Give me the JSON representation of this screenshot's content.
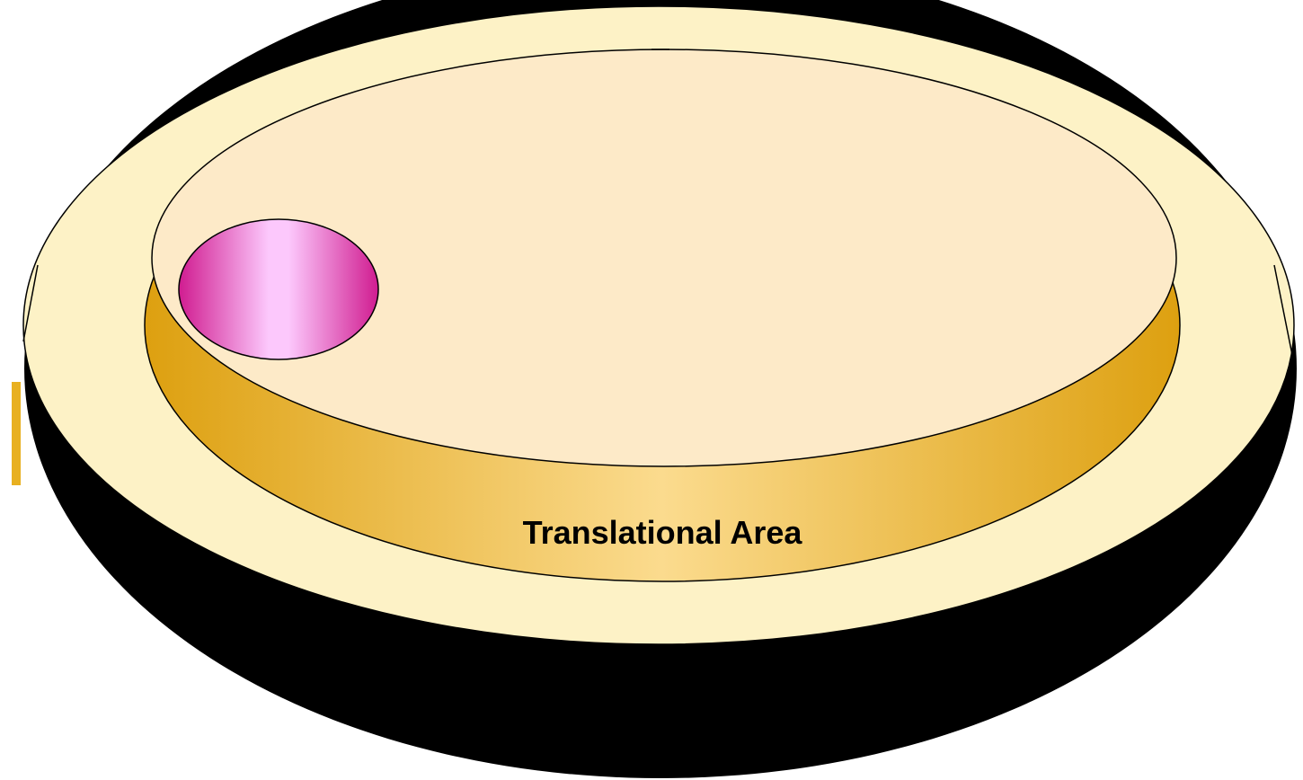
{
  "diagram": {
    "label": "Translational Area",
    "colors": {
      "outer_rim": "#FDF2C6",
      "outer_shadow": "#000000",
      "gold_band_edge": "#DDA010",
      "gold_band_center": "#FBDB8E",
      "inner_plate": "#FDEAC8",
      "pink_edge": "#D01C90",
      "pink_center": "#FCC8FC",
      "outline": "#000000",
      "label_text": "#000000"
    },
    "shapes": [
      {
        "name": "outer-disc",
        "shape": "ellipse"
      },
      {
        "name": "recessed-band",
        "shape": "ellipse"
      },
      {
        "name": "inner-plate",
        "shape": "ellipse"
      },
      {
        "name": "pink-region",
        "shape": "ellipse"
      }
    ]
  }
}
